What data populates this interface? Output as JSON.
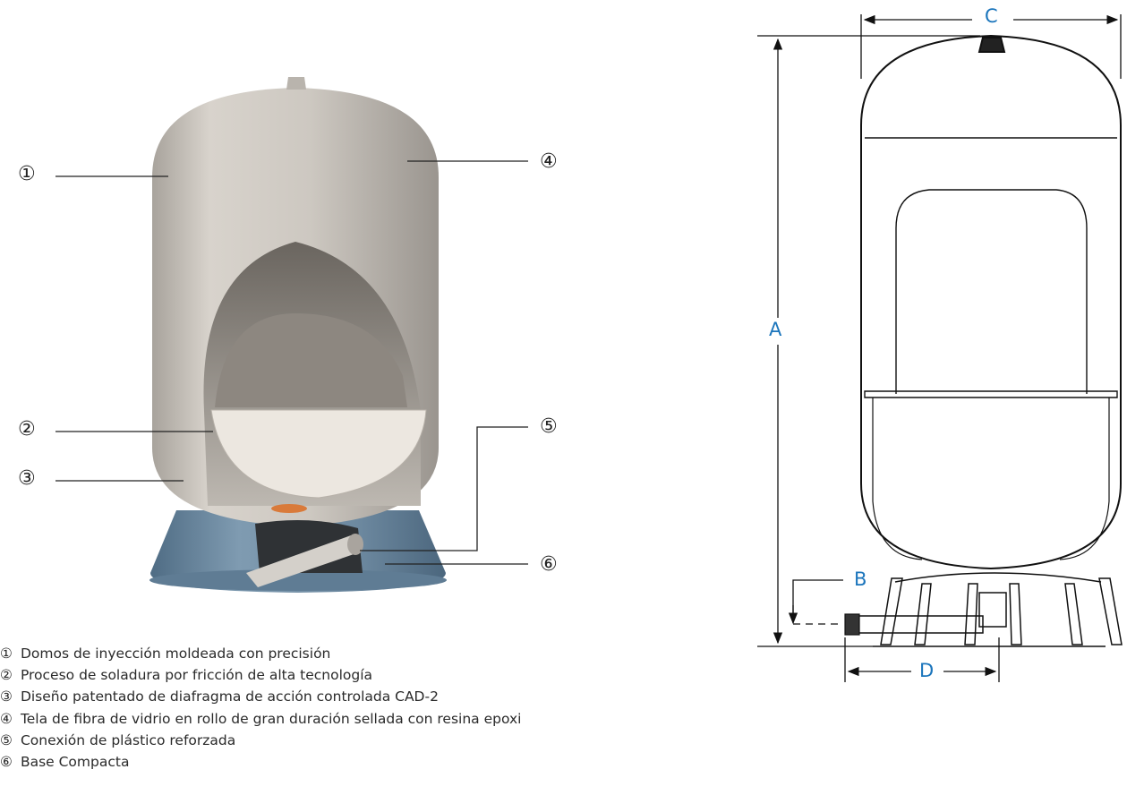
{
  "callouts": [
    {
      "id": "1",
      "symbol": "①"
    },
    {
      "id": "2",
      "symbol": "②"
    },
    {
      "id": "3",
      "symbol": "③"
    },
    {
      "id": "4",
      "symbol": "④"
    },
    {
      "id": "5",
      "symbol": "⑤"
    },
    {
      "id": "6",
      "symbol": "⑥"
    }
  ],
  "dimensions": {
    "a": "A",
    "b": "B",
    "c": "C",
    "d": "D"
  },
  "legend": [
    {
      "num": "①",
      "text": "Domos de inyección moldeada con precisión"
    },
    {
      "num": "②",
      "text": "Proceso de soladura por fricción de alta tecnología"
    },
    {
      "num": "③",
      "text": "Diseño patentado de diafragma de acción controlada CAD-2"
    },
    {
      "num": "④",
      "text": "Tela de fibra de vidrio en rollo de gran duración sellada con resina epoxi"
    },
    {
      "num": "⑤",
      "text": "Conexión de plástico reforzada"
    },
    {
      "num": "⑥",
      "text": "Base Compacta"
    }
  ],
  "colors": {
    "dimension": "#1b75bc",
    "tank_shell": "#d0cbc4",
    "base": "#6f8aa0",
    "line": "#111111"
  },
  "icons": [
    "tank-cutaway-illustration",
    "tank-technical-drawing"
  ]
}
